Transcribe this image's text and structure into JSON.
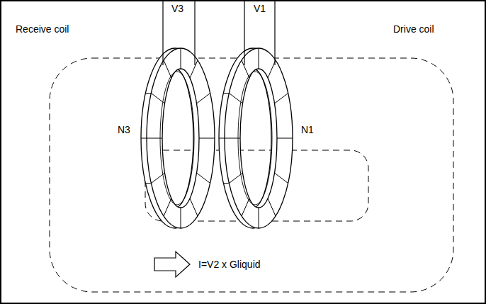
{
  "diagram": {
    "labels": [
      "Receive coil",
      "Drive coil",
      "V3",
      "V1",
      "N3",
      "N1",
      "I=V2 x Gliquid"
    ]
  }
}
